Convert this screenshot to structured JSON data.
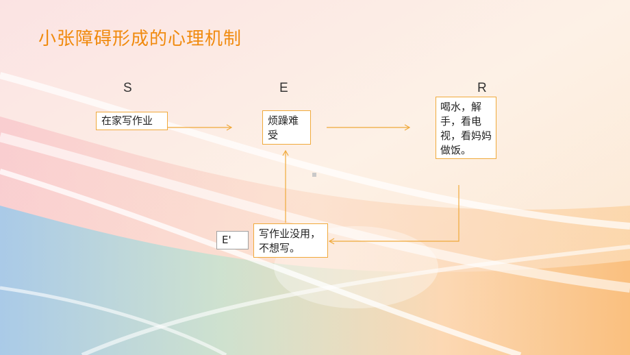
{
  "slide": {
    "title": "小张障碍形成的心理机制"
  },
  "columns": {
    "s": "S",
    "e": "E",
    "r": "R"
  },
  "nodes": {
    "stimulus": "在家写作业",
    "emotion": "烦躁难受",
    "response": "喝水，解手，看电视，看妈妈做饭。",
    "belief_label": "E'",
    "belief": "写作业没用，不想写。"
  },
  "colors": {
    "accent": "#f08a0e",
    "box_border": "#f0a93a",
    "arrow": "#f0a93a"
  }
}
